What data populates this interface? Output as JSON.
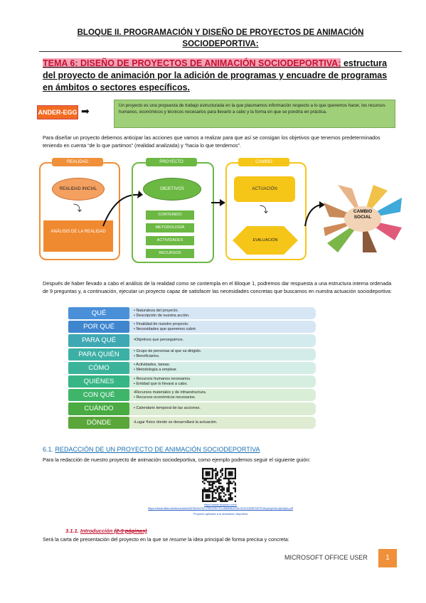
{
  "header": {
    "title_line1": "BLOQUE II. PROGRAMACIÓN Y DISEÑO DE PROYECTOS DE ANIMACIÓN",
    "title_line2": "SOCIODEPORTIVA:"
  },
  "tema": {
    "highlight": "TEMA 6: DISEÑO DE PROYECTOS DE ANIMACIÓN SOCIODEPORTIVA:",
    "rest": " estructura del proyecto de animación por la adición de programas y encuadre de programas en ámbitos o sectores específicos."
  },
  "ander": {
    "label": "ANDER-EGG",
    "definition": "Un proyecto es una propuesta de trabajo estructurada en la que plasmamos información respecto a lo que queremos hacer, los recursos humanos, económicos y técnicos necesarios para llevarlo a cabo y la forma en que se pondría en práctica."
  },
  "para1": "Para diseñar un proyecto debemos anticipar las acciones que vamos a realizar para que así se consigan los objetivos que tenemos predeterminados teniendo en cuenta “de lo que partimos” (realidad analizada) y “hacia lo que tendemos”.",
  "diagram": {
    "realidad": {
      "tab": "REALIDAD",
      "oval": "REALIDAD INICIAL",
      "box": "ANÁLISIS DE LA REALIDAD"
    },
    "proyecto": {
      "tab": "PROYECTO",
      "oval": "OBJETIVOS",
      "items": [
        "CONTENIDO",
        "METODOLOGÍA",
        "ACTIVIDADES",
        "RECURSOS"
      ]
    },
    "cambio": {
      "tab": "CAMBIO",
      "box": "ACTUACIÓN",
      "diamond": "EVALUACIÓN"
    },
    "image_label": "CAMBIO SOCIAL"
  },
  "para2": "Después de haber llevado a cabo el análisis de la realidad como se contempla en el Bloque 1, podremos dar respuesta a una estructura interna ordenada de 9 preguntas y, a continuación, ejecutar un proyecto capaz de satisfacer las necesidades concretas que buscamos en nuestra actuación sociodeportiva:",
  "questions": [
    {
      "label": "QUÉ",
      "lines": [
        "• Naturaleza del proyecto.",
        "• Descripción de nuestra acción."
      ],
      "color": "#4a90d9",
      "bg": "#d6e6f5"
    },
    {
      "label": "POR QUÉ",
      "lines": [
        "• Finalidad de nuestro proyecto.",
        "• Necesidades que queremos cubrir."
      ],
      "color": "#3f86cf",
      "bg": "#d6e6f5"
    },
    {
      "label": "PARA QUÉ",
      "lines": [
        "•Objetivos que perseguimos."
      ],
      "color": "#3fa9b3",
      "bg": "#d4ebee"
    },
    {
      "label": "PARA QUIÉN",
      "lines": [
        "• Grupo de personas al que va dirigido.",
        "• Beneficiarios."
      ],
      "color": "#3db0a6",
      "bg": "#d4ece9"
    },
    {
      "label": "CÓMO",
      "lines": [
        "• Actividades, tareas.",
        "• Metodología a emplear."
      ],
      "color": "#3bb39b",
      "bg": "#d4ede6"
    },
    {
      "label": "QUIÉNES",
      "lines": [
        "• Recursos humanos necesarios.",
        "• Entidad que lo llevará a cabo."
      ],
      "color": "#36b585",
      "bg": "#d5eedf"
    },
    {
      "label": "CON QUÉ",
      "lines": [
        "•Recursos materiales y de infraestructura.",
        "• Recursos económicos necesarios."
      ],
      "color": "#3fb56a",
      "bg": "#d8eed6"
    },
    {
      "label": "CUÁNDO",
      "lines": [
        "• Calendario temporal de las acciones."
      ],
      "color": "#4aab43",
      "bg": "#dbecd3"
    },
    {
      "label": "DÓNDE",
      "lines": [
        "•Lugar físico donde se desarrollará la actuación."
      ],
      "color": "#5aa63a",
      "bg": "#dfecd2"
    }
  ],
  "section61": {
    "number": "6.1. ",
    "title": "REDACCIÓN DE UN PROYECTO DE ANIMACIÓN SOCIODEPORTIVA"
  },
  "para3": "Para la redacción de nuestro proyecto de animación sociodeportiva, como ejemplo podemos seguir el siguiente guión:",
  "qr_links": {
    "line1": "https://www.dropbox.com/",
    "line2": "https://www.diba.cat/documents/467843/4767-PROYECTO-ANIMACIÓN-SOCIODEPORTIVA/proyecto-ejemplo.pdf",
    "line3": "Proyecto aplicado a la animación deportiva"
  },
  "sub311": {
    "label": "3.1.1. ",
    "title": "Introducción ",
    "strike": "(2-3 páginas)"
  },
  "para4_pre": "Será la carta de presentación del proyecto en la que se ",
  "para4_em": "resume",
  "para4_post": " la idea principal de forma precisa y concreta:",
  "footer": {
    "author": "MICROSOFT OFFICE USER",
    "page": "1"
  }
}
